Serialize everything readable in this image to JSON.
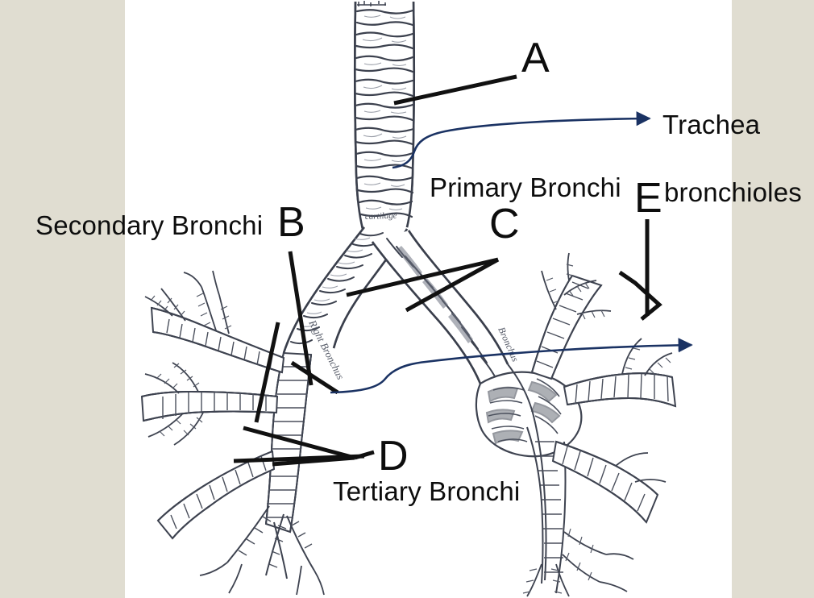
{
  "figure": {
    "title": "Bronchial tree labeling diagram",
    "background_color": "#e0ddd1",
    "canvas_color": "#ffffff",
    "ink_color": "#2b2f3a",
    "label_color": "#0d0d0d",
    "annotation_color": "#1a3263"
  },
  "letters": [
    {
      "id": "A",
      "text": "A"
    },
    {
      "id": "B",
      "text": "B"
    },
    {
      "id": "C",
      "text": "C"
    },
    {
      "id": "D",
      "text": "D"
    },
    {
      "id": "E",
      "text": "E"
    }
  ],
  "terms": [
    {
      "id": "secondary",
      "text": "Secondary Bronchi"
    },
    {
      "id": "primary",
      "text": "Primary Bronchi"
    },
    {
      "id": "tertiary",
      "text": "Tertiary Bronchi"
    },
    {
      "id": "trachea",
      "text": "Trachea"
    },
    {
      "id": "bronchioles",
      "text": "bronchioles"
    }
  ],
  "drawing": {
    "caption": "Pen-and-ink anatomical drawing of the trachea, primary bronchi and the branching bronchial tree of both lungs",
    "handwritten_notes": [
      "cartilage",
      "Right Bronchus"
    ]
  },
  "annotations": [
    {
      "id": "trachea-arrow",
      "points_to": "Trachea",
      "style": "curved arrow",
      "color": "#1a3263"
    },
    {
      "id": "bronchioles-arrow",
      "points_to": "bronchioles",
      "style": "curved arrow",
      "color": "#1a3263"
    }
  ],
  "chart_data": {
    "type": "diagram",
    "title": "Bronchial tree labeling diagram",
    "labels": [
      {
        "letter": "A",
        "answer": "Trachea"
      },
      {
        "letter": "B",
        "answer": "Secondary Bronchi"
      },
      {
        "letter": "C",
        "answer": "Primary Bronchi"
      },
      {
        "letter": "D",
        "answer": "Tertiary Bronchi"
      },
      {
        "letter": "E",
        "answer": "bronchioles"
      }
    ]
  }
}
